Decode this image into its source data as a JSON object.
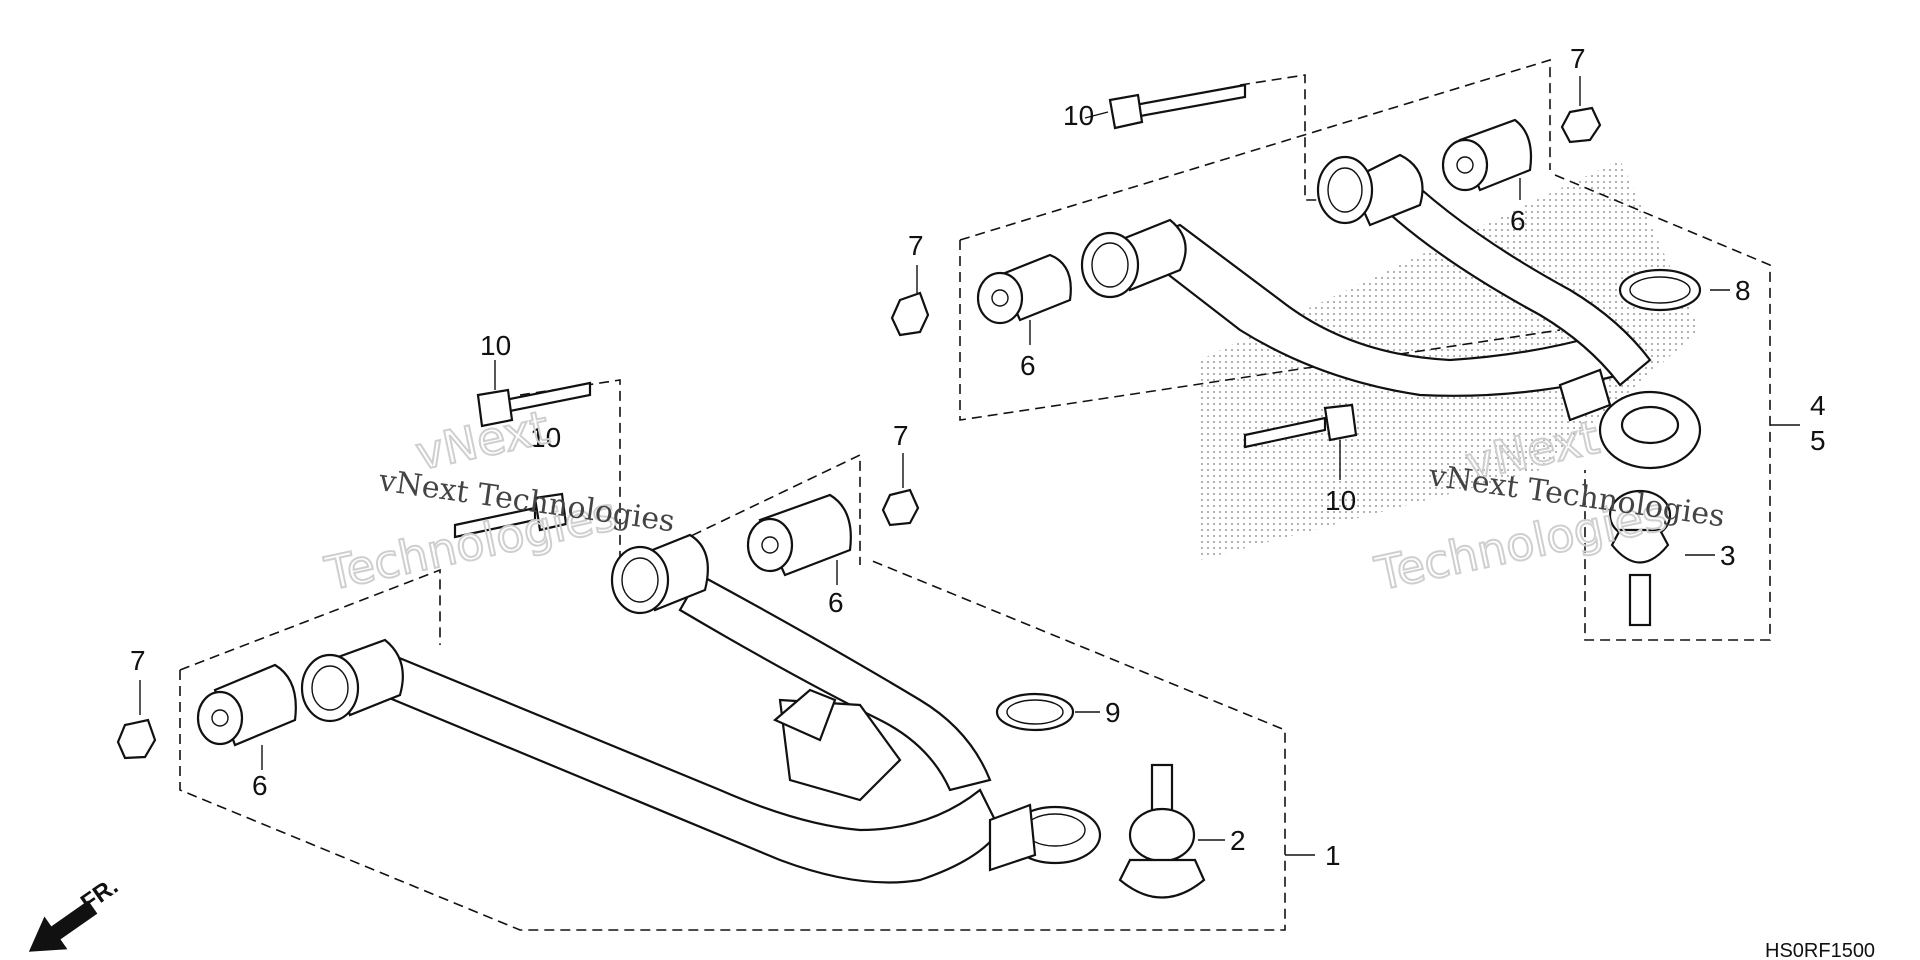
{
  "diagram": {
    "code": "HS0RF1500",
    "direction_label": "FR.",
    "callouts": {
      "p1": "1",
      "p2": "2",
      "p3": "3",
      "p4": "4",
      "p5": "5",
      "p6a": "6",
      "p6b": "6",
      "p6c": "6",
      "p6d": "6",
      "p7a": "7",
      "p7b": "7",
      "p7c": "7",
      "p7d": "7",
      "p8": "8",
      "p9": "9",
      "p10a": "10",
      "p10b": "10",
      "p10c": "10",
      "p10d": "10"
    },
    "watermarks": {
      "left_small": "vNext Technologies",
      "left_big_1": "vNext",
      "left_big_2": "Technologies",
      "right_small": "vNext Technologies",
      "right_big_1": "vNext",
      "right_big_2": "Technologies"
    }
  }
}
